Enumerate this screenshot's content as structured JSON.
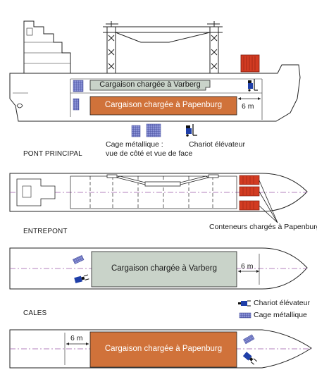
{
  "sections": {
    "pont_principal": "PONT PRINCIPAL",
    "entrepont": "ENTREPONT",
    "cales": "CALES"
  },
  "labels": {
    "cargo_varberg_side": "Cargaison chargée à Varberg",
    "cargo_papenburg_side": "Cargaison chargée à Papenburg",
    "distance_side": "6 m",
    "cage_line1": "Cage métallique :",
    "cage_line2": "vue de côté et vue de face",
    "forklift_label": "Chariot élévateur",
    "containers_label": "Conteneurs chargés à Papenburg",
    "cargo_varberg_entrepont": "Cargaison chargée à Varberg",
    "distance_entrepont": "6 m",
    "cargo_papenburg_cales": "Cargaison chargée à Papenburg",
    "distance_cales": "6 m"
  },
  "legend": {
    "forklift": "Chariot élévateur",
    "cage": "Cage métallique"
  },
  "colors": {
    "papenburg": "#d0723a",
    "varberg": "#c9d3c9",
    "container_red": "#d23b22",
    "cage_blue": "#6f78c4",
    "hull_line": "#222222",
    "centerline": "#9a5aa8"
  }
}
